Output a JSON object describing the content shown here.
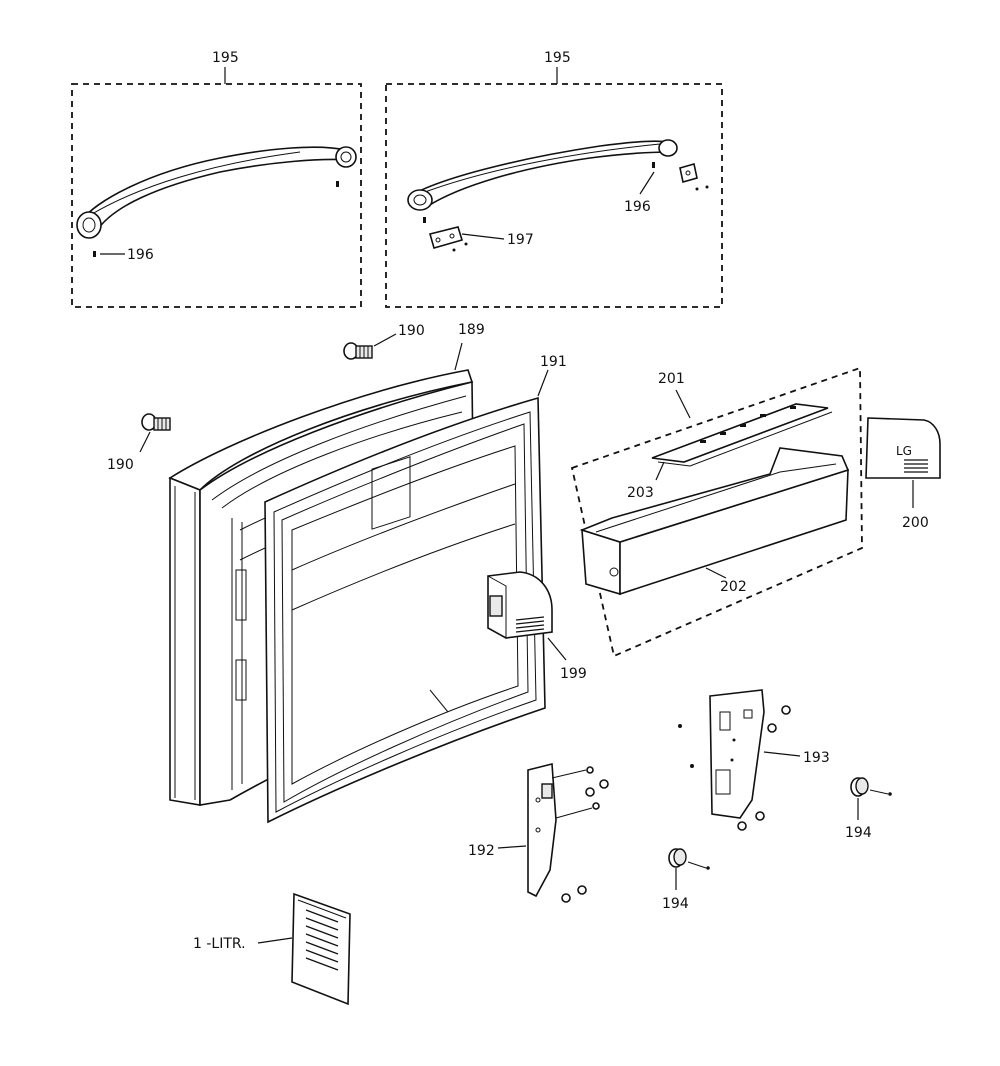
{
  "labels": {
    "handle_kit_left": "195",
    "handle_kit_right": "195",
    "handle_plug_left": "196",
    "handle_plug_right": "196",
    "handle_bracket": "197",
    "door_plug_top": "190",
    "door_plug_left": "190",
    "door_assembly": "189",
    "door_gasket": "191",
    "bin_assembly": "201",
    "bin_cover": "203",
    "bin": "202",
    "end_cap": "200",
    "hinge_cover": "199",
    "hinge_right": "193",
    "hinge_left": "192",
    "bushing_right": "194",
    "bushing_lower": "194",
    "literature": "1 -LITR."
  },
  "logo_text": "LG"
}
